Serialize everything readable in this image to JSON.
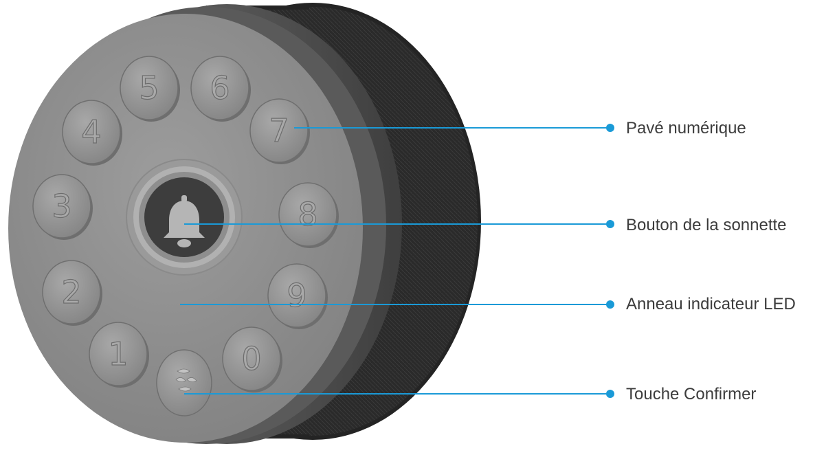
{
  "device": {
    "keys": [
      "1",
      "2",
      "3",
      "4",
      "5",
      "6",
      "7",
      "8",
      "9",
      "0"
    ],
    "center_icon": "bell-icon",
    "confirm_icon": "ezviz-logo-icon",
    "colors": {
      "face": "#8f8f8f",
      "rim": "#5e5e5e",
      "body": "#2b2b2b",
      "key": "#979797",
      "callout": "#1a9ad7"
    }
  },
  "callouts": {
    "keypad": "Pavé numérique",
    "doorbell": "Bouton de la sonnette",
    "led_ring": "Anneau indicateur LED",
    "confirm": "Touche Confirmer"
  }
}
